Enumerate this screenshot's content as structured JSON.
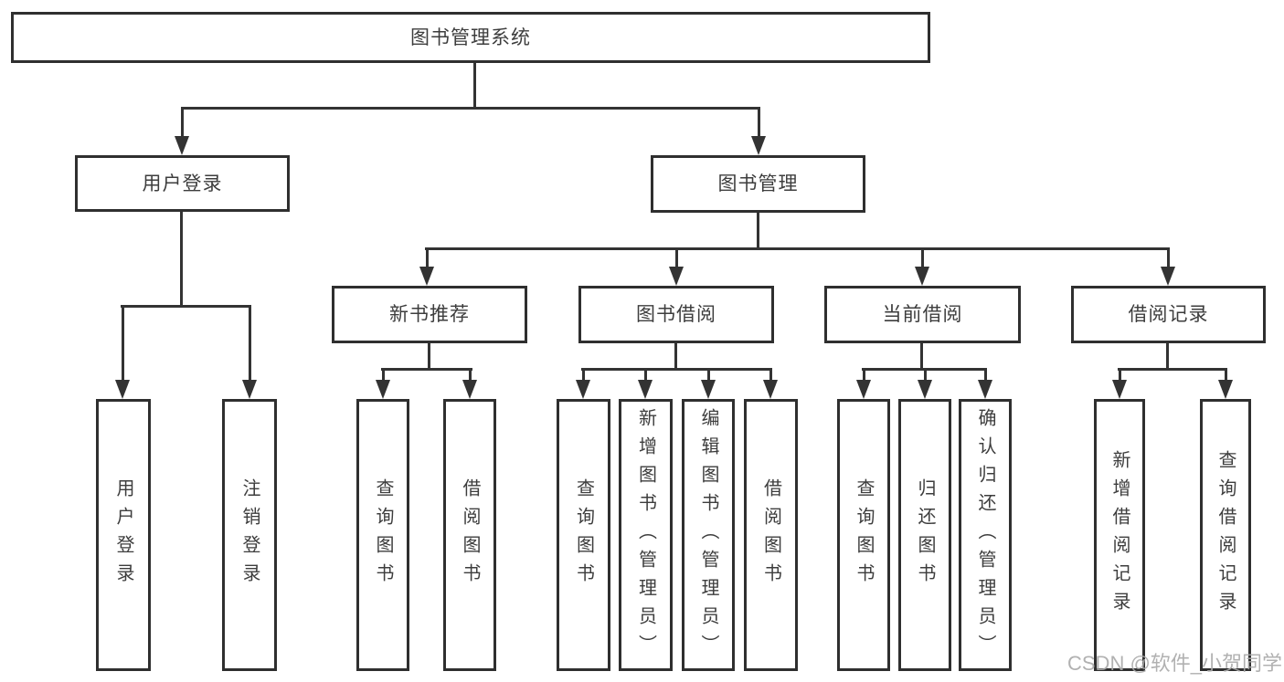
{
  "colors": {
    "background": "#ffffff",
    "line": "#333333",
    "box_border": "#2f2f2f",
    "text": "#3d3d3d",
    "watermark": "#a9a9a9"
  },
  "watermark": {
    "text": "CSDN @软件_小贺同学"
  },
  "root": {
    "label": "图书管理系统"
  },
  "nodes": {
    "user_login": {
      "label": "用户登录",
      "children": [
        {
          "label": "用户登录"
        },
        {
          "label": "注销登录"
        }
      ]
    },
    "book_mgmt": {
      "label": "图书管理",
      "children": [
        {
          "label": "新书推荐",
          "children": [
            {
              "label": "查询图书"
            },
            {
              "label": "借阅图书"
            }
          ]
        },
        {
          "label": "图书借阅",
          "children": [
            {
              "label": "查询图书"
            },
            {
              "label": "新增图书（管理员）"
            },
            {
              "label": "编辑图书（管理员）"
            },
            {
              "label": "借阅图书"
            }
          ]
        },
        {
          "label": "当前借阅",
          "children": [
            {
              "label": "查询图书"
            },
            {
              "label": "归还图书"
            },
            {
              "label": "确认归还（管理员）"
            }
          ]
        },
        {
          "label": "借阅记录",
          "children": [
            {
              "label": "新增借阅记录"
            },
            {
              "label": "查询借阅记录"
            }
          ]
        }
      ]
    }
  }
}
